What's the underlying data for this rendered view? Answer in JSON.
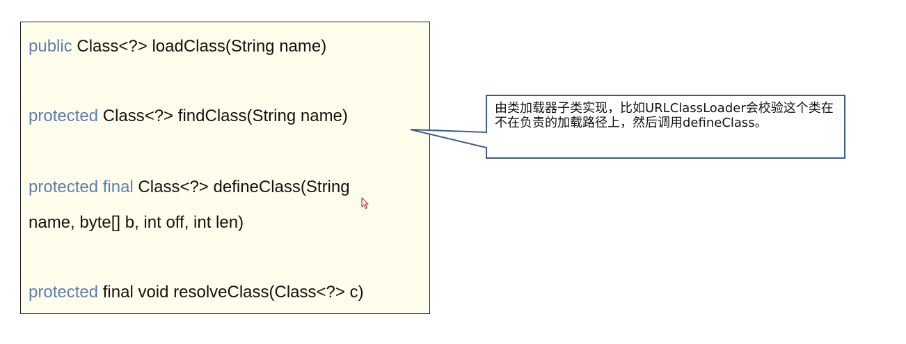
{
  "code_lines": [
    {
      "keyword": "public",
      "rest": " Class<?> loadClass(String name)"
    },
    {
      "keyword": "protected",
      "rest": " Class<?> findClass(String name)"
    },
    {
      "keyword": "protected final",
      "rest": " Class<?> defineClass(String",
      "continuation": "name, byte[] b, int off, int len)"
    },
    {
      "keyword": "protected",
      "rest": " final void resolveClass(Class<?> c)"
    }
  ],
  "callout": {
    "text": "由类加载器子类实现，比如URLClassLoader会校验这个类在不在负责的加载路径上，然后调用defineClass。"
  },
  "colors": {
    "keyword": "#5b7fb5",
    "box_background": "#fffdeb",
    "callout_border": "#3a5a8c"
  },
  "icons": {
    "cursor": "mouse-pointer-icon"
  }
}
